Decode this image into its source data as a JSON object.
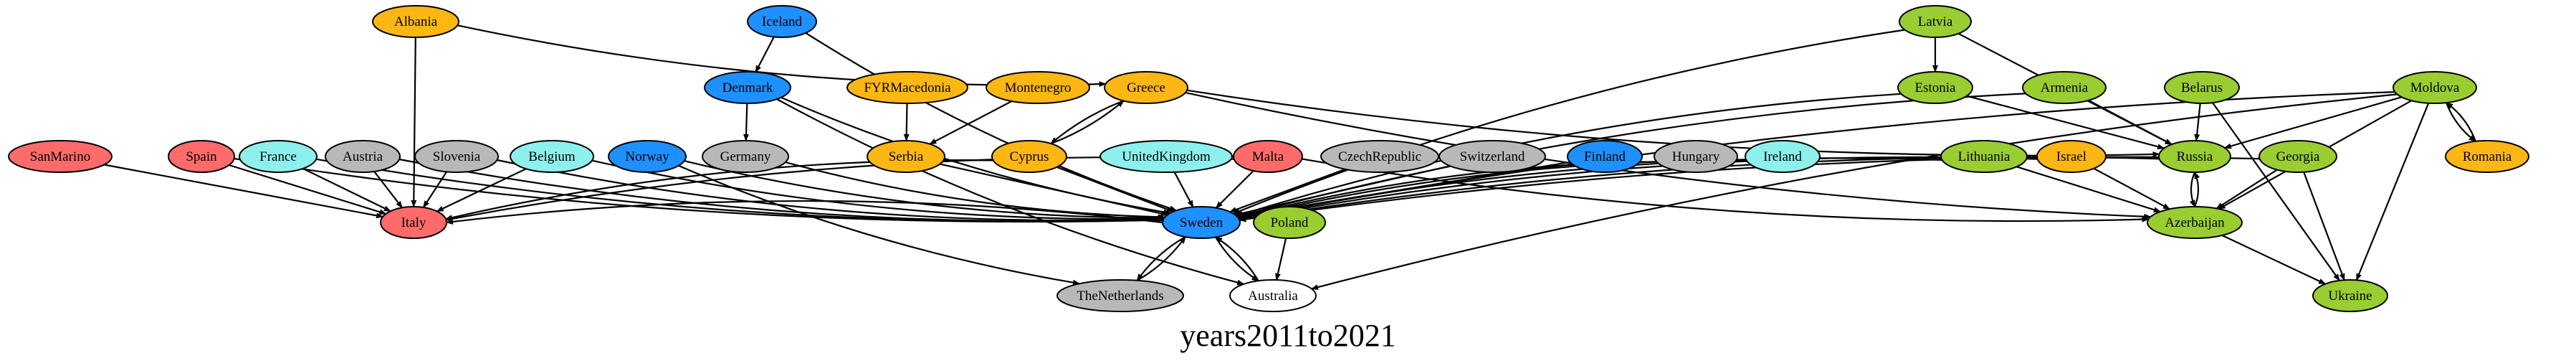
{
  "title": "years2011to2021",
  "colors": {
    "orange": "#FDB714",
    "blue": "#1E90FF",
    "green": "#9ACD32",
    "red": "#FF6B6B",
    "cyan": "#8EF0EC",
    "gray": "#B8B8B8",
    "white": "#FFFFFF"
  },
  "nodes": [
    {
      "id": "Albania",
      "label": "Albania",
      "color": "orange"
    },
    {
      "id": "Iceland",
      "label": "Iceland",
      "color": "blue"
    },
    {
      "id": "Denmark",
      "label": "Denmark",
      "color": "blue"
    },
    {
      "id": "FYRMacedonia",
      "label": "FYRMacedonia",
      "color": "orange"
    },
    {
      "id": "Montenegro",
      "label": "Montenegro",
      "color": "orange"
    },
    {
      "id": "Greece",
      "label": "Greece",
      "color": "orange"
    },
    {
      "id": "SanMarino",
      "label": "SanMarino",
      "color": "red"
    },
    {
      "id": "Spain",
      "label": "Spain",
      "color": "red"
    },
    {
      "id": "France",
      "label": "France",
      "color": "cyan"
    },
    {
      "id": "Austria",
      "label": "Austria",
      "color": "gray"
    },
    {
      "id": "Slovenia",
      "label": "Slovenia",
      "color": "gray"
    },
    {
      "id": "Belgium",
      "label": "Belgium",
      "color": "cyan"
    },
    {
      "id": "Norway",
      "label": "Norway",
      "color": "blue"
    },
    {
      "id": "Germany",
      "label": "Germany",
      "color": "gray"
    },
    {
      "id": "Serbia",
      "label": "Serbia",
      "color": "orange"
    },
    {
      "id": "Cyprus",
      "label": "Cyprus",
      "color": "orange"
    },
    {
      "id": "UnitedKingdom",
      "label": "UnitedKingdom",
      "color": "cyan"
    },
    {
      "id": "Malta",
      "label": "Malta",
      "color": "red"
    },
    {
      "id": "CzechRepublic",
      "label": "CzechRepublic",
      "color": "gray"
    },
    {
      "id": "Switzerland",
      "label": "Switzerland",
      "color": "gray"
    },
    {
      "id": "Finland",
      "label": "Finland",
      "color": "blue"
    },
    {
      "id": "Hungary",
      "label": "Hungary",
      "color": "gray"
    },
    {
      "id": "Ireland",
      "label": "Ireland",
      "color": "cyan"
    },
    {
      "id": "Italy",
      "label": "Italy",
      "color": "red"
    },
    {
      "id": "Sweden",
      "label": "Sweden",
      "color": "blue"
    },
    {
      "id": "Poland",
      "label": "Poland",
      "color": "green"
    },
    {
      "id": "TheNetherlands",
      "label": "TheNetherlands",
      "color": "gray"
    },
    {
      "id": "Australia",
      "label": "Australia",
      "color": "white"
    },
    {
      "id": "Latvia",
      "label": "Latvia",
      "color": "green"
    },
    {
      "id": "Estonia",
      "label": "Estonia",
      "color": "green"
    },
    {
      "id": "Armenia",
      "label": "Armenia",
      "color": "green"
    },
    {
      "id": "Belarus",
      "label": "Belarus",
      "color": "green"
    },
    {
      "id": "Moldova",
      "label": "Moldova",
      "color": "green"
    },
    {
      "id": "Lithuania",
      "label": "Lithuania",
      "color": "green"
    },
    {
      "id": "Israel",
      "label": "Israel",
      "color": "orange"
    },
    {
      "id": "Russia",
      "label": "Russia",
      "color": "green"
    },
    {
      "id": "Georgia",
      "label": "Georgia",
      "color": "green"
    },
    {
      "id": "Romania",
      "label": "Romania",
      "color": "orange"
    },
    {
      "id": "Azerbaijan",
      "label": "Azerbaijan",
      "color": "green"
    },
    {
      "id": "Ukraine",
      "label": "Ukraine",
      "color": "green"
    }
  ],
  "edges": [
    [
      "Iceland",
      "Denmark"
    ],
    [
      "Iceland",
      "Sweden"
    ],
    [
      "Denmark",
      "Germany"
    ],
    [
      "Denmark",
      "Sweden"
    ],
    [
      "Denmark",
      "Australia"
    ],
    [
      "Albania",
      "Greece"
    ],
    [
      "Albania",
      "Italy"
    ],
    [
      "Montenegro",
      "Serbia"
    ],
    [
      "FYRMacedonia",
      "Serbia"
    ],
    [
      "Greece",
      "Cyprus"
    ],
    [
      "Cyprus",
      "Greece"
    ],
    [
      "Greece",
      "Russia"
    ],
    [
      "Greece",
      "Azerbaijan"
    ],
    [
      "SanMarino",
      "Italy"
    ],
    [
      "Spain",
      "Italy"
    ],
    [
      "Spain",
      "Sweden"
    ],
    [
      "France",
      "Italy"
    ],
    [
      "France",
      "Sweden"
    ],
    [
      "Austria",
      "Italy"
    ],
    [
      "Austria",
      "Sweden"
    ],
    [
      "Slovenia",
      "Italy"
    ],
    [
      "Slovenia",
      "Sweden"
    ],
    [
      "Belgium",
      "Italy"
    ],
    [
      "Belgium",
      "Sweden"
    ],
    [
      "Norway",
      "Sweden"
    ],
    [
      "Norway",
      "TheNetherlands"
    ],
    [
      "Germany",
      "Sweden"
    ],
    [
      "Serbia",
      "Sweden"
    ],
    [
      "Cyprus",
      "Italy"
    ],
    [
      "Cyprus",
      "Sweden"
    ],
    [
      "UnitedKingdom",
      "Sweden"
    ],
    [
      "Malta",
      "Italy"
    ],
    [
      "Malta",
      "Sweden"
    ],
    [
      "Malta",
      "Azerbaijan"
    ],
    [
      "CzechRepublic",
      "Sweden"
    ],
    [
      "Switzerland",
      "Sweden"
    ],
    [
      "Finland",
      "Sweden"
    ],
    [
      "Hungary",
      "Sweden"
    ],
    [
      "Ireland",
      "Sweden"
    ],
    [
      "Sweden",
      "TheNetherlands"
    ],
    [
      "TheNetherlands",
      "Sweden"
    ],
    [
      "Sweden",
      "Australia"
    ],
    [
      "Australia",
      "Sweden"
    ],
    [
      "Poland",
      "Australia"
    ],
    [
      "Sweden",
      "Italy"
    ],
    [
      "Latvia",
      "Estonia"
    ],
    [
      "Latvia",
      "Russia"
    ],
    [
      "Latvia",
      "Sweden"
    ],
    [
      "Estonia",
      "Russia"
    ],
    [
      "Estonia",
      "Sweden"
    ],
    [
      "Armenia",
      "Russia"
    ],
    [
      "Armenia",
      "Sweden"
    ],
    [
      "Belarus",
      "Russia"
    ],
    [
      "Belarus",
      "Ukraine"
    ],
    [
      "Moldova",
      "Russia"
    ],
    [
      "Moldova",
      "Romania"
    ],
    [
      "Romania",
      "Moldova"
    ],
    [
      "Moldova",
      "Ukraine"
    ],
    [
      "Moldova",
      "Azerbaijan"
    ],
    [
      "Moldova",
      "Sweden"
    ],
    [
      "Moldova",
      "Australia"
    ],
    [
      "Lithuania",
      "Azerbaijan"
    ],
    [
      "Lithuania",
      "Sweden"
    ],
    [
      "Israel",
      "Azerbaijan"
    ],
    [
      "Israel",
      "Sweden"
    ],
    [
      "Russia",
      "Azerbaijan"
    ],
    [
      "Azerbaijan",
      "Russia"
    ],
    [
      "Russia",
      "Sweden"
    ],
    [
      "Georgia",
      "Azerbaijan"
    ],
    [
      "Georgia",
      "Ukraine"
    ],
    [
      "Georgia",
      "Sweden"
    ],
    [
      "Azerbaijan",
      "Ukraine"
    ]
  ]
}
